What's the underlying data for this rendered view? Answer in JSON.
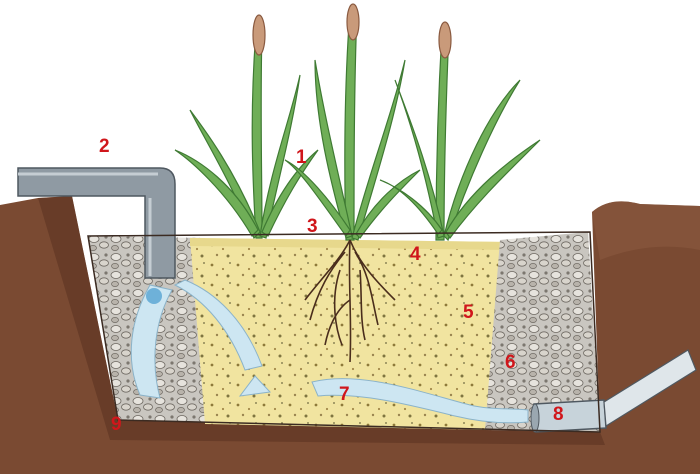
{
  "colors": {
    "soil": "#7a4a32",
    "soil_dark": "#5c3422",
    "gravel": "#c9c6c0",
    "sand": "#f1e4a0",
    "water": "#cde6f2",
    "plant": "#5f9c4a",
    "pipe": "#8f9aa3",
    "label": "#d0161b"
  },
  "labels": [
    {
      "id": "1",
      "text": "1"
    },
    {
      "id": "2",
      "text": "2"
    },
    {
      "id": "3",
      "text": "3"
    },
    {
      "id": "4",
      "text": "4"
    },
    {
      "id": "5",
      "text": "5"
    },
    {
      "id": "6",
      "text": "6"
    },
    {
      "id": "7",
      "text": "7"
    },
    {
      "id": "8",
      "text": "8"
    },
    {
      "id": "9",
      "text": "9"
    }
  ]
}
